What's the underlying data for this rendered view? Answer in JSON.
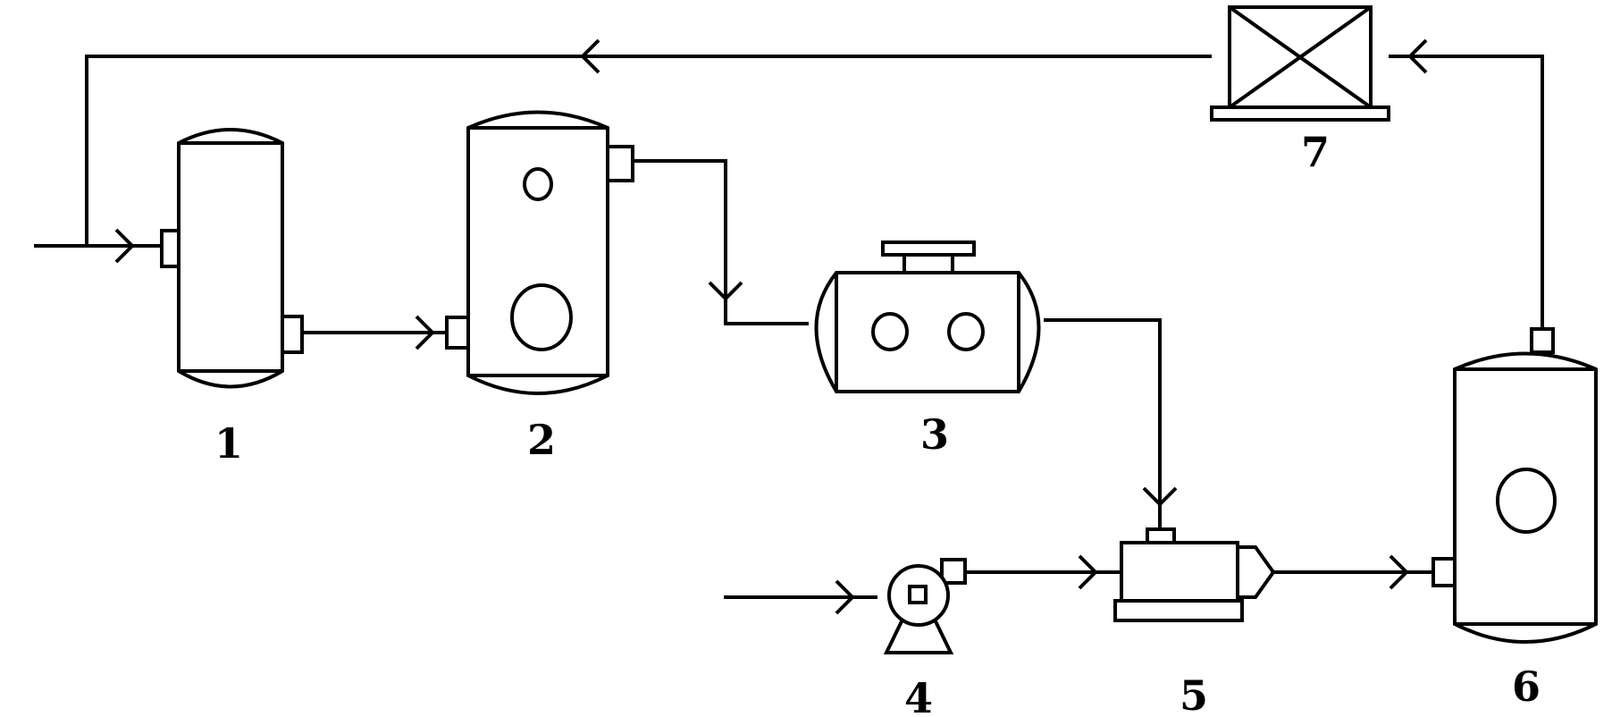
{
  "diagram": {
    "colors": {
      "stroke": "#000000",
      "background": "#ffffff"
    },
    "labels": {
      "tank_1": "1",
      "tank_2": "2",
      "tank_3": "3",
      "pump_4": "4",
      "unit_5": "5",
      "tank_6": "6",
      "unit_7": "7"
    }
  }
}
